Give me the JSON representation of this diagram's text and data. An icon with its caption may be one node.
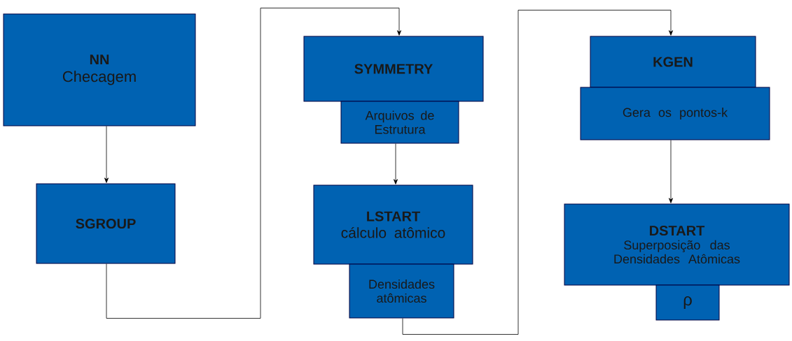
{
  "diagram": {
    "nodes": [
      {
        "text": [
          "NN",
          "Checagem"
        ]
      },
      {
        "text": [
          "SGROUP"
        ]
      },
      {
        "text": [
          "SYMMETRY"
        ]
      },
      {
        "text": [
          "Arquivos de Estrutura"
        ]
      },
      {
        "text": [
          "LSTART",
          "cálculo atômico"
        ]
      },
      {
        "text": [
          "Densidades atômicas"
        ]
      },
      {
        "text": [
          "KGEN"
        ]
      },
      {
        "text": [
          "Gera os pontos-k"
        ]
      },
      {
        "text": [
          "DSTART",
          "Superposição das Densidades Atômicas"
        ]
      },
      {
        "text": [
          "ρ"
        ]
      }
    ],
    "edges": [
      {
        "from": 0,
        "to": 1,
        "arrow": "to"
      },
      {
        "from": 1,
        "to": 2,
        "arrow": "to"
      },
      {
        "from": 3,
        "to": 4,
        "arrow": "to"
      },
      {
        "from": 5,
        "to": 6,
        "arrow": "to"
      },
      {
        "from": 7,
        "to": 8,
        "arrow": "to"
      }
    ]
  }
}
